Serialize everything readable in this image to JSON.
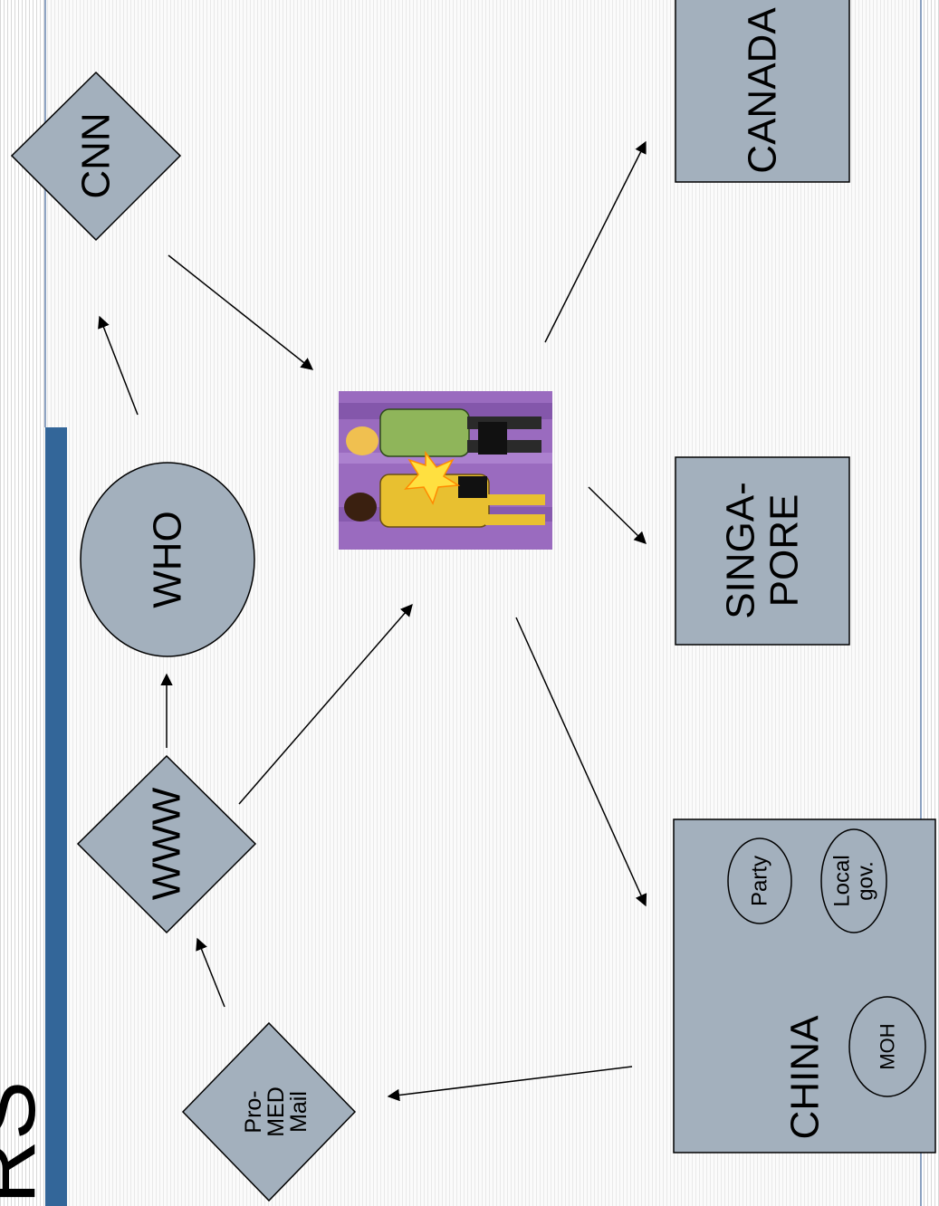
{
  "title_fragment": "RS",
  "nodes": {
    "cnn": "CNN",
    "who": "WHO",
    "www": "WWW",
    "promed": [
      "Pro-",
      "MED",
      "Mail"
    ],
    "canada": "CANADA",
    "singapore": [
      "SINGA-",
      "PORE"
    ],
    "china": "CHINA",
    "party": "Party",
    "local_gov": [
      "Local",
      "gov."
    ],
    "moh": "MOH"
  },
  "center_image": "meeting-clipart",
  "colors": {
    "shape_fill": "#a3b0bd",
    "accent_bar": "#336699",
    "rule_line": "#6a87b0",
    "clipart_bg": "#9a6bbf"
  }
}
